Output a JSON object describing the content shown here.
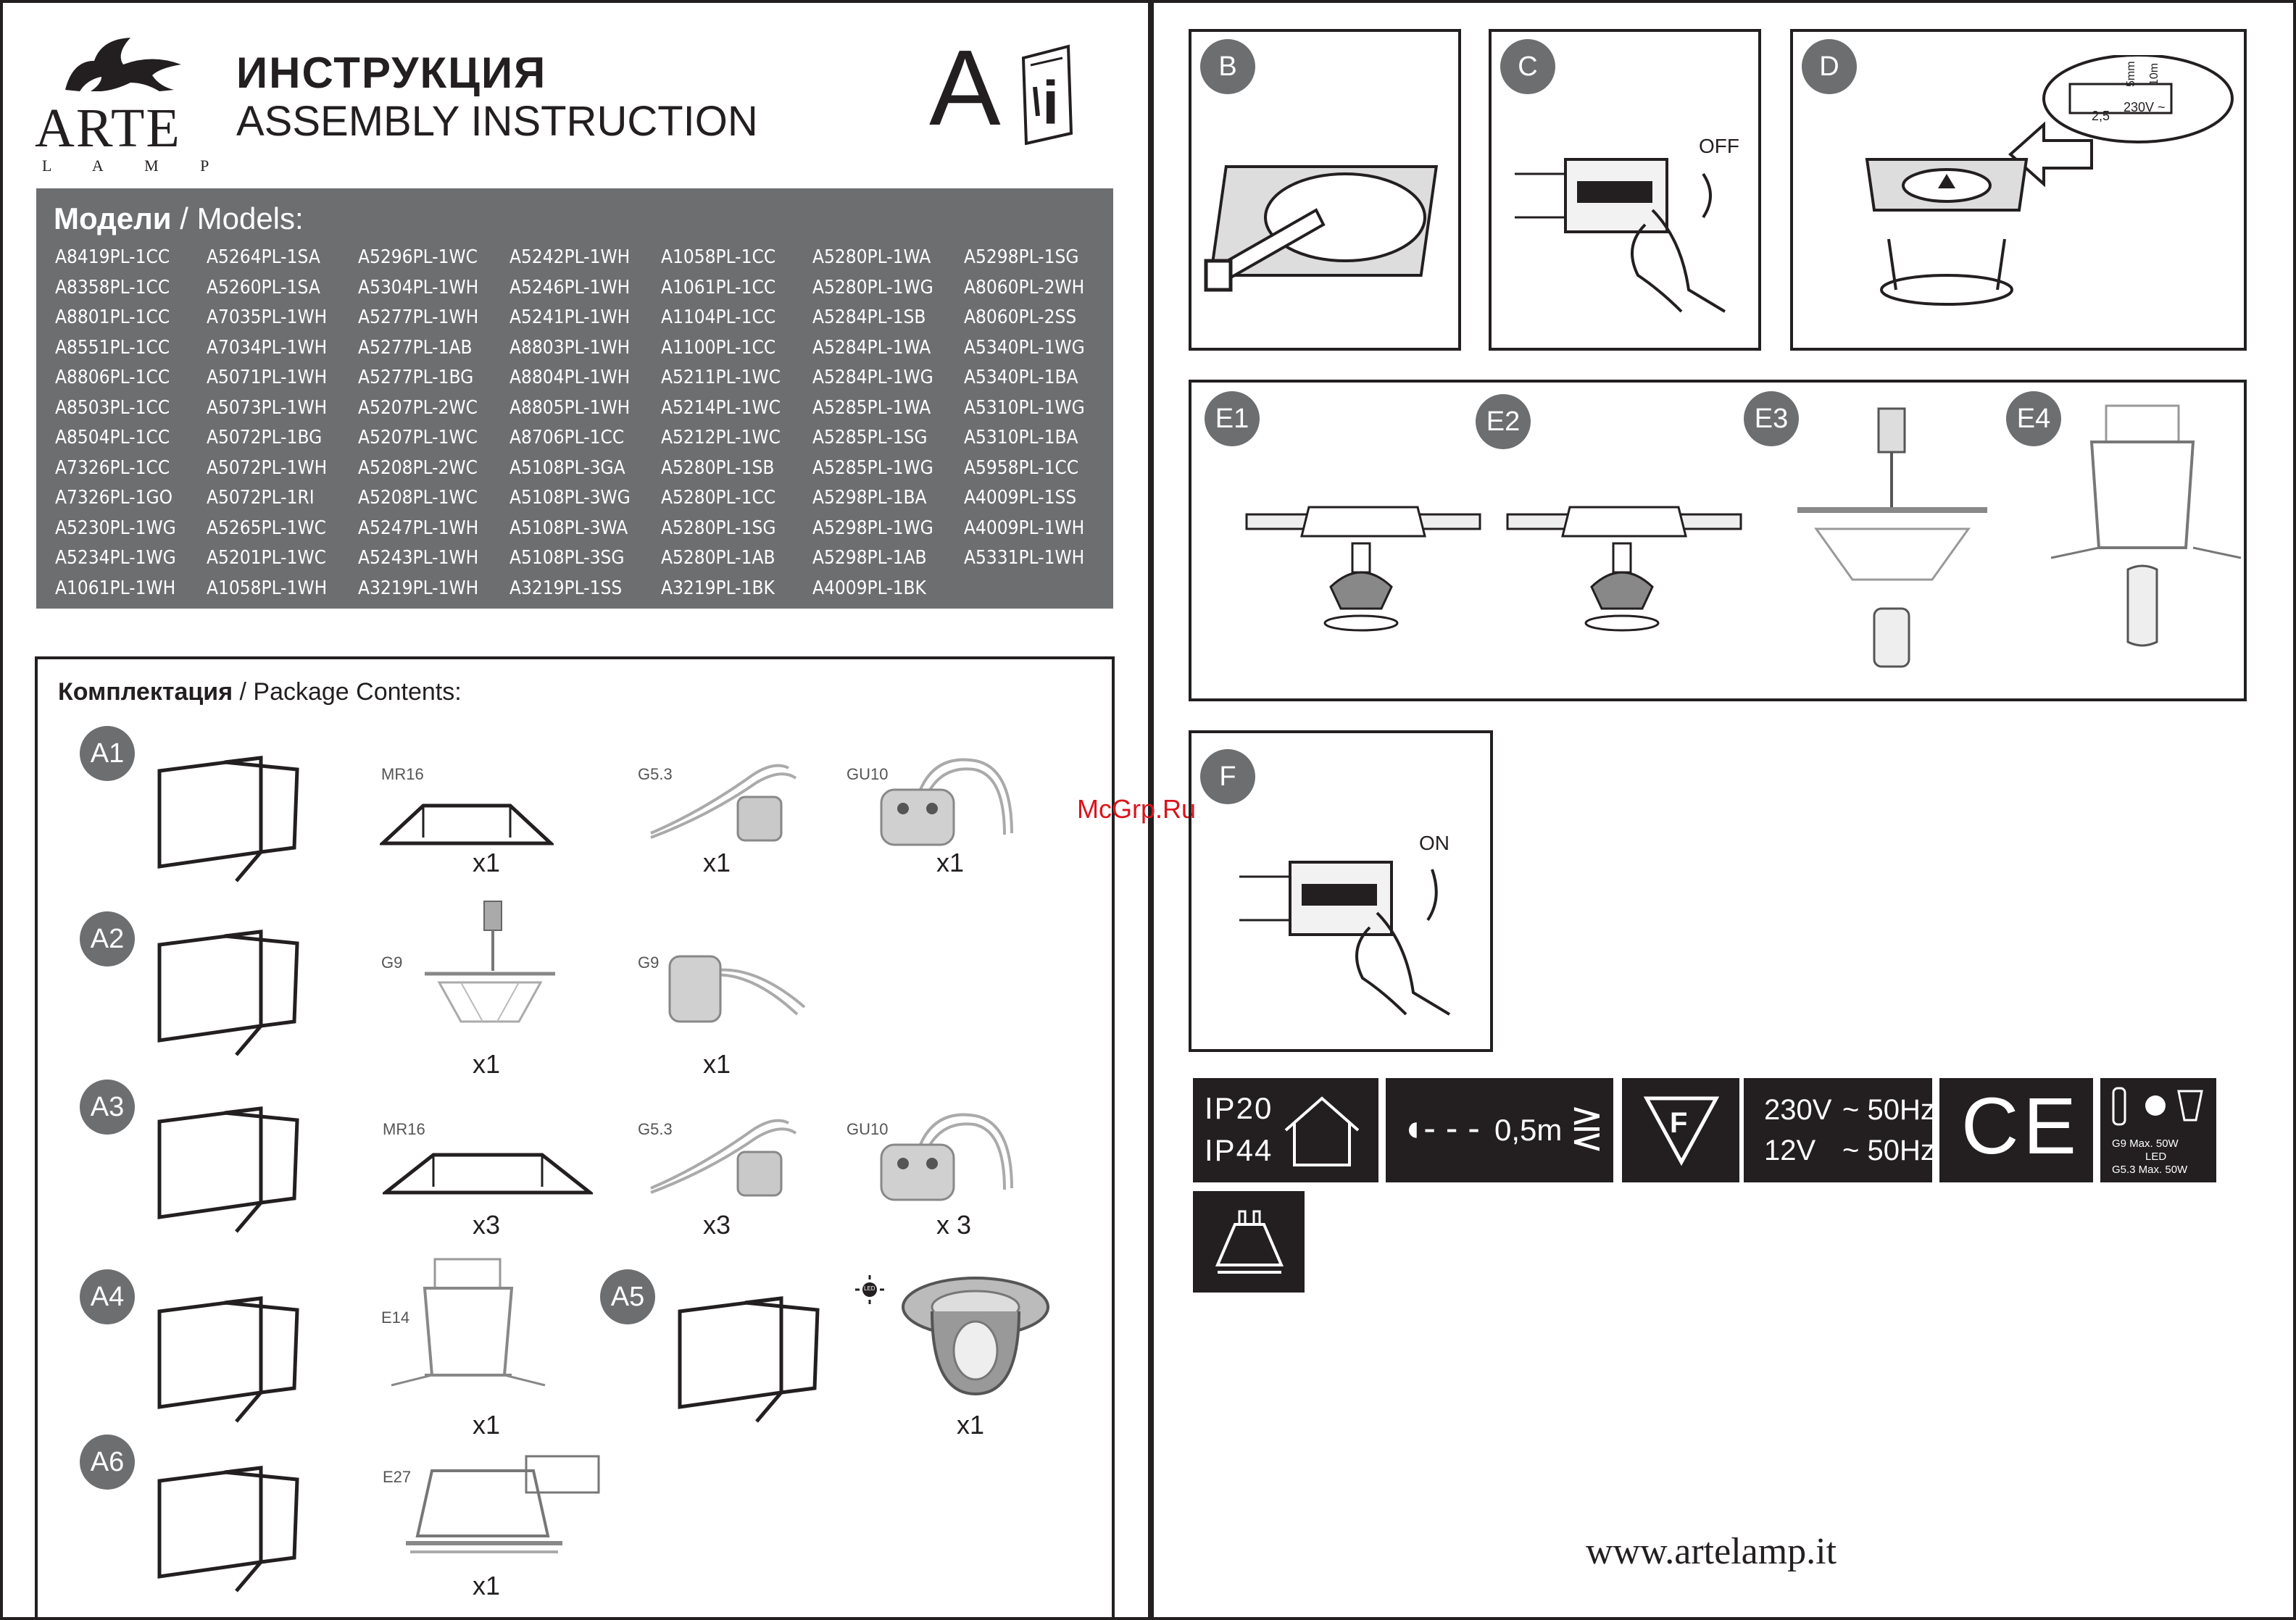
{
  "header": {
    "brand": "ARTE",
    "brand_sub": "L A M P",
    "title_ru": "ИНСТРУКЦИЯ",
    "title_en": "ASSEMBLY INSTRUCTION",
    "big_letter": "A",
    "info_letter": "i"
  },
  "models": {
    "label_ru": "Модели",
    "label_sep": " / ",
    "label_en": "Models:",
    "list": [
      "A8419PL-1CC",
      "A5264PL-1SA",
      "A5296PL-1WC",
      "A5242PL-1WH",
      "A1058PL-1CC",
      "A5280PL-1WA",
      "A5298PL-1SG",
      "A8358PL-1CC",
      "A5260PL-1SA",
      "A5304PL-1WH",
      "A5246PL-1WH",
      "A1061PL-1CC",
      "A5280PL-1WG",
      "A8060PL-2WH",
      "A8801PL-1CC",
      "A7035PL-1WH",
      "A5277PL-1WH",
      "A5241PL-1WH",
      "A1104PL-1CC",
      "A5284PL-1SB",
      "A8060PL-2SS",
      "A8551PL-1CC",
      "A7034PL-1WH",
      "A5277PL-1AB",
      "A8803PL-1WH",
      "A1100PL-1CC",
      "A5284PL-1WA",
      "A5340PL-1WG",
      "A8806PL-1CC",
      "A5071PL-1WH",
      "A5277PL-1BG",
      "A8804PL-1WH",
      "A5211PL-1WC",
      "A5284PL-1WG",
      "A5340PL-1BA",
      "A8503PL-1CC",
      "A5073PL-1WH",
      "A5207PL-2WC",
      "A8805PL-1WH",
      "A5214PL-1WC",
      "A5285PL-1WA",
      "A5310PL-1WG",
      "A8504PL-1CC",
      "A5072PL-1BG",
      "A5207PL-1WC",
      "A8706PL-1CC",
      "A5212PL-1WC",
      "A5285PL-1SG",
      "A5310PL-1BA",
      "A7326PL-1CC",
      "A5072PL-1WH",
      "A5208PL-2WC",
      "A5108PL-3GA",
      "A5280PL-1SB",
      "A5285PL-1WG",
      "A5958PL-1CC",
      "A7326PL-1GO",
      "A5072PL-1RI",
      "A5208PL-1WC",
      "A5108PL-3WG",
      "A5280PL-1CC",
      "A5298PL-1BA",
      "A4009PL-1SS",
      "A5230PL-1WG",
      "A5265PL-1WC",
      "A5247PL-1WH",
      "A5108PL-3WA",
      "A5280PL-1SG",
      "A5298PL-1WG",
      "A4009PL-1WH",
      "A5234PL-1WG",
      "A5201PL-1WC",
      "A5243PL-1WH",
      "A5108PL-3SG",
      "A5280PL-1AB",
      "A5298PL-1AB",
      "A5331PL-1WH",
      "A1061PL-1WH",
      "A1058PL-1WH",
      "A3219PL-1WH",
      "A3219PL-1SS",
      "A3219PL-1BK",
      "A4009PL-1BK",
      ""
    ]
  },
  "package": {
    "label_ru": "Комплектация",
    "label_sep": " / ",
    "label_en": "Package Contents:",
    "rows": {
      "a1": {
        "id": "A1",
        "t1": "MR16",
        "q1": "x1",
        "t2": "G5.3",
        "q2": "x1",
        "t3": "GU10",
        "q3": "x1"
      },
      "a2": {
        "id": "A2",
        "t1": "G9",
        "q1": "x1",
        "t2": "G9",
        "q2": "x1"
      },
      "a3": {
        "id": "A3",
        "t1": "MR16",
        "q1": "x3",
        "t2": "G5.3",
        "q2": "x3",
        "t3": "GU10",
        "q3": "x 3"
      },
      "a4": {
        "id": "A4",
        "t1": "E14",
        "q1": "x1"
      },
      "a5": {
        "id": "A5",
        "led": "LED",
        "q1": "x1"
      },
      "a6": {
        "id": "A6",
        "t1": "E27",
        "q1": "x1"
      }
    }
  },
  "watermark": "McGrp.Ru",
  "steps": {
    "b": "B",
    "c": "C",
    "d": "D",
    "e1": "E1",
    "e2": "E2",
    "e3": "E3",
    "e4": "E4",
    "f": "F",
    "c_off": "OFF",
    "f_on": "ON",
    "d_25": "2,5",
    "d_5mm": "5mm",
    "d_10m": "10m",
    "d_230": "230V ~"
  },
  "specs": {
    "ip20": "IP20",
    "ip44": "IP44",
    "dist": "0,5m",
    "f_mark": "F",
    "v1": "230V",
    "hz1": "~ 50Hz",
    "v2": "12V",
    "hz2": "~ 50Hz",
    "ce": "CE",
    "lamp1": "G9  Max.  50W",
    "lamp2": "LED",
    "lamp3": "G5.3 Max.  50W"
  },
  "footer": {
    "url": "www.artelamp.it"
  }
}
